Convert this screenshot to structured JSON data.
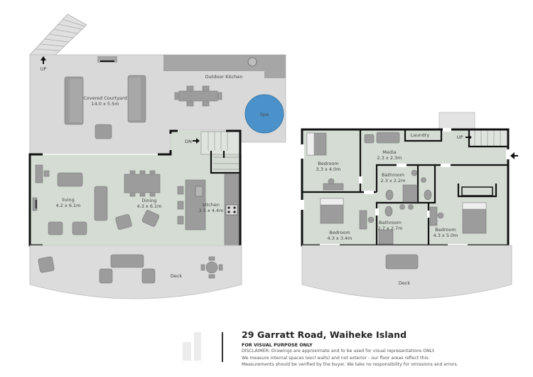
{
  "address": "29 Garratt Road, Waiheke Island",
  "subtitle": "FOR VISUAL PURPOSE ONLY",
  "disclaimer": [
    "DISCLAIMER:  Drawings are approximate and to be used for visual representations ONLY.",
    "We measure internal spaces (excl walls) and not exterior - our floor areas reflect this.",
    "Measurements should be verified by the buyer. We take no responsibility for omissions and errors."
  ],
  "colors": {
    "room": "#d4dcd3",
    "outdoor": "#d9d9d9",
    "furniture": "#9c9c9c",
    "spa": "#4a92c9",
    "wall": "#111111"
  },
  "lower_level": {
    "stair_up": "UP",
    "stair_down": "DN",
    "rooms": {
      "courtyard": {
        "name": "Covered Courtyard",
        "size": "14.0 x 5.5m"
      },
      "outdoor_kitchen": {
        "name": "Outdoor Kitchen"
      },
      "spa": {
        "name": "Spa"
      },
      "living": {
        "name": "living",
        "size": "4.2 x 6.1m"
      },
      "dining": {
        "name": "Dining",
        "size": "4.3 x 6.1m"
      },
      "kitchen": {
        "name": "kitchen",
        "size": "3.5 x 4.4m"
      },
      "deck": {
        "name": "Deck"
      }
    }
  },
  "upper_level": {
    "stair_up": "UP",
    "rooms": {
      "bedroom1": {
        "name": "Bedroom",
        "size": "3.3 x 4.0m"
      },
      "media": {
        "name": "Media",
        "size": "2.3 x 2.3m"
      },
      "laundry": {
        "name": "Laundry"
      },
      "bathroom1": {
        "name": "Bathroom",
        "size": "2.3 x 2.2m"
      },
      "bathroom2": {
        "name": "Bathroom",
        "size": "2.7 x 2.7m"
      },
      "bedroom2": {
        "name": "Bedroom",
        "size": "4.3 x 3.4m"
      },
      "bedroom3": {
        "name": "Bedroom",
        "size": "4.3 x 5.0m"
      },
      "deck": {
        "name": "Deck"
      }
    }
  }
}
